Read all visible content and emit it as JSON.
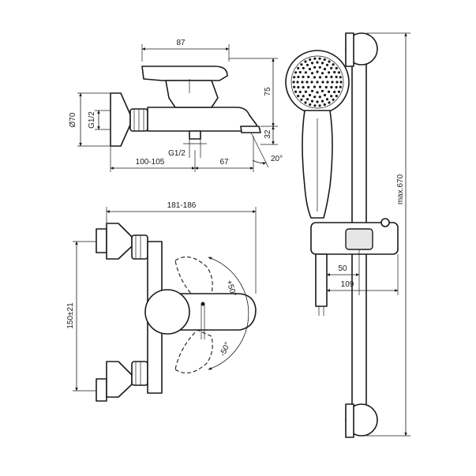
{
  "dimensions": {
    "top_width": "87",
    "height_top": "75",
    "outlet_height": "32",
    "diameter": "Ø70",
    "thread_side": "G1/2",
    "thread_bottom": "G1/2",
    "wall_offset": "100-105",
    "spout_offset": "67",
    "spout_angle": "20°",
    "overall_width": "181-186",
    "inlet_centers": "150±21",
    "rotation_up": "+50°",
    "rotation_down": "-50°",
    "rail_max": "max.670",
    "holder_50": "50",
    "holder_109": "109"
  }
}
